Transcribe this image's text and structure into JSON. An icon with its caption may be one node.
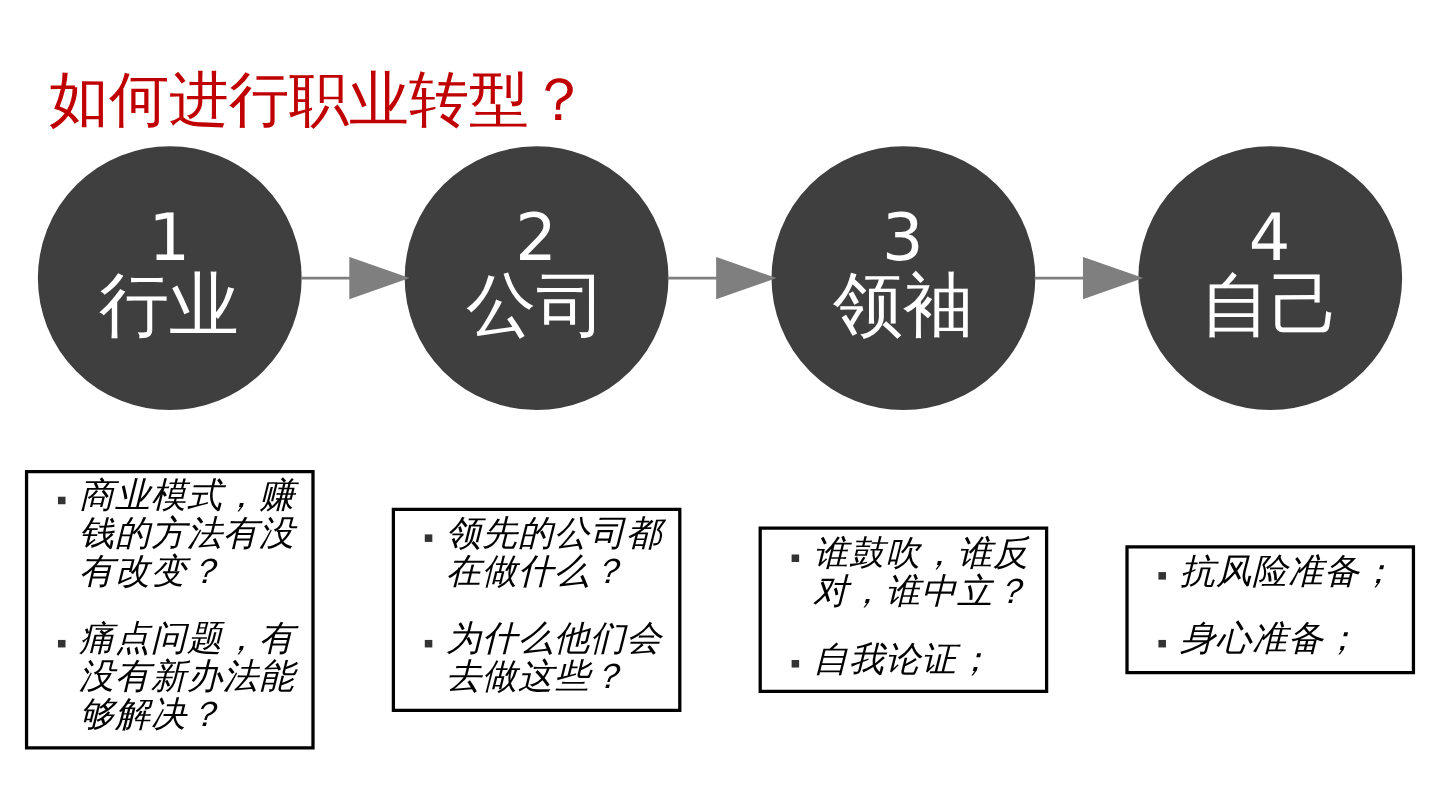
{
  "diagram": {
    "title": "如何进行职业转型？",
    "nodes": [
      {
        "text": [
          "1",
          "行业"
        ]
      },
      {
        "text": [
          "2",
          "公司"
        ]
      },
      {
        "text": [
          "3",
          "领袖"
        ]
      },
      {
        "text": [
          "4",
          "自己"
        ]
      },
      {
        "text": [
          "商业模式，赚钱的方法有没有改变？",
          "痛点问题，有没有新办法能够解决？"
        ]
      },
      {
        "text": [
          "领先的公司都在做什么？",
          "为什么他们会去做这些？"
        ]
      },
      {
        "text": [
          "谁鼓吹，谁反对，谁中立？",
          "自我论证；"
        ]
      },
      {
        "text": [
          "抗风险准备；",
          "身心准备；"
        ]
      }
    ],
    "edges": [
      {
        "from": 0,
        "to": 1,
        "arrow": "to"
      },
      {
        "from": 1,
        "to": 2,
        "arrow": "to"
      },
      {
        "from": 2,
        "to": 3,
        "arrow": "to"
      }
    ]
  }
}
